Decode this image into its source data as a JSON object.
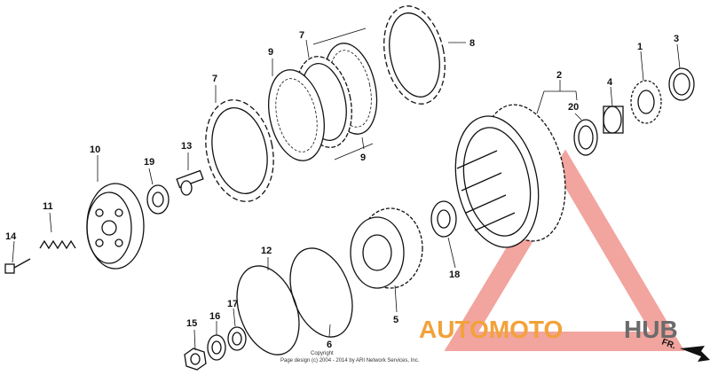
{
  "diagram": {
    "part_labels": {
      "p1": "1",
      "p2": "2",
      "p3": "3",
      "p4": "4",
      "p5": "5",
      "p6": "6",
      "p7a": "7",
      "p7b": "7",
      "p8": "8",
      "p9a": "9",
      "p9b": "9",
      "p10": "10",
      "p11": "11",
      "p12": "12",
      "p13": "13",
      "p14": "14",
      "p15": "15",
      "p16": "16",
      "p17": "17",
      "p18": "18",
      "p19": "19",
      "p20": "20"
    },
    "direction_label": "FR.",
    "copyright_line1": "Copyright",
    "copyright_line2": "Page design (c) 2004 - 2014 by ARI Network Services, Inc."
  },
  "watermark": {
    "part1": "AUTOMOTO",
    "part2": "HUB",
    "colors": {
      "orange": "#f2a23a",
      "red": "#e85a4f",
      "gray": "#6b6b6b"
    }
  }
}
